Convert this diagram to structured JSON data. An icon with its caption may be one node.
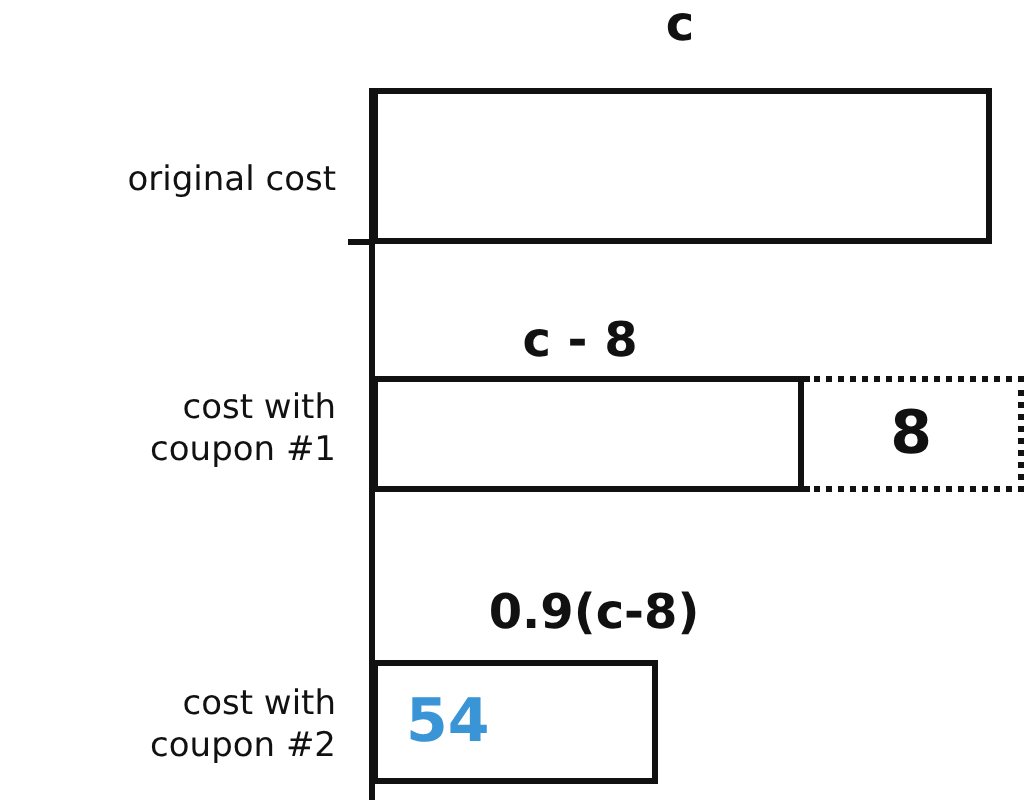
{
  "diagram": {
    "nodes": [
      {
        "text": [],
        "shape": "bar",
        "beside": [
          "c",
          "original cost"
        ]
      },
      {
        "text": [],
        "shape": "bar",
        "beside": [
          "c - 8",
          "cost with coupon #1"
        ]
      },
      {
        "text": [
          "8"
        ]
      },
      {
        "text": [
          "54"
        ],
        "beside": [
          "0.9(c-8)",
          "cost with coupon #2"
        ]
      }
    ]
  }
}
